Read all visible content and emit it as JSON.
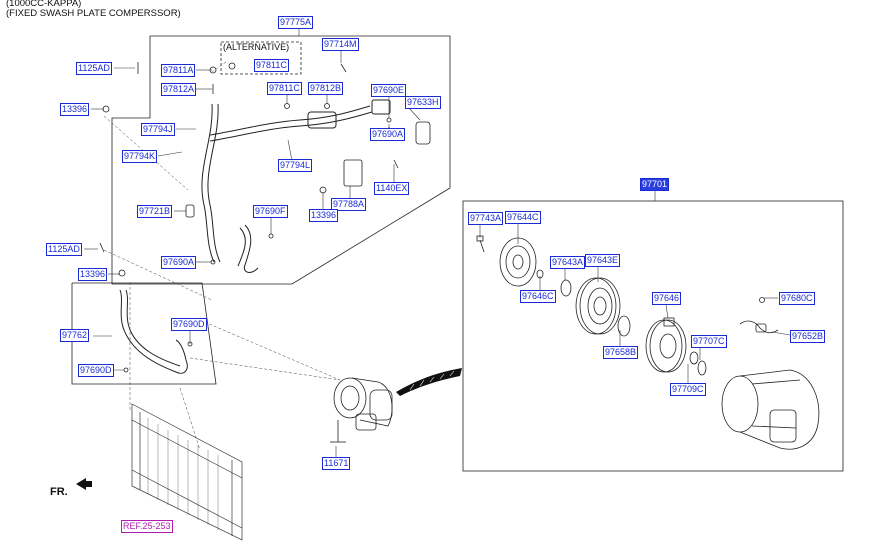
{
  "header": {
    "line1": "(1000CC-KAPPA)",
    "line2": "(FIXED SWASH PLATE COMPERSSOR)"
  },
  "alternative_label": "(ALTERNATIVE)",
  "direction_label": "FR.",
  "part_numbers": {
    "p97775A": "97775A",
    "p97714M": "97714M",
    "p1125AD_top": "1125AD",
    "p97811A": "97811A",
    "p97811C_alt": "97811C",
    "p97812A": "97812A",
    "p97811C": "97811C",
    "p97812B": "97812B",
    "p97690E": "97690E",
    "p97633H": "97633H",
    "p13396_top": "13396",
    "p97794J": "97794J",
    "p97690A_top": "97690A",
    "p97794K": "97794K",
    "p97794L": "97794L",
    "p1140EX": "1140EX",
    "p97788A": "97788A",
    "p13396_mid": "13396",
    "p97721B": "97721B",
    "p97690F": "97690F",
    "p1125AD_bottom": "1125AD",
    "p97690A_bottom": "97690A",
    "p13396_bottom": "13396",
    "p97762": "97762",
    "p97690D_top": "97690D",
    "p97690D_bottom": "97690D",
    "p11671": "11671",
    "pREF": "REF.25-253",
    "p97701": "97701",
    "p97743A": "97743A",
    "p97644C": "97644C",
    "p97643A": "97643A",
    "p97643E": "97643E",
    "p97646C": "97646C",
    "p97646": "97646",
    "p97680C": "97680C",
    "p97652B": "97652B",
    "p97707C": "97707C",
    "p97658B": "97658B",
    "p97709C": "97709C"
  }
}
